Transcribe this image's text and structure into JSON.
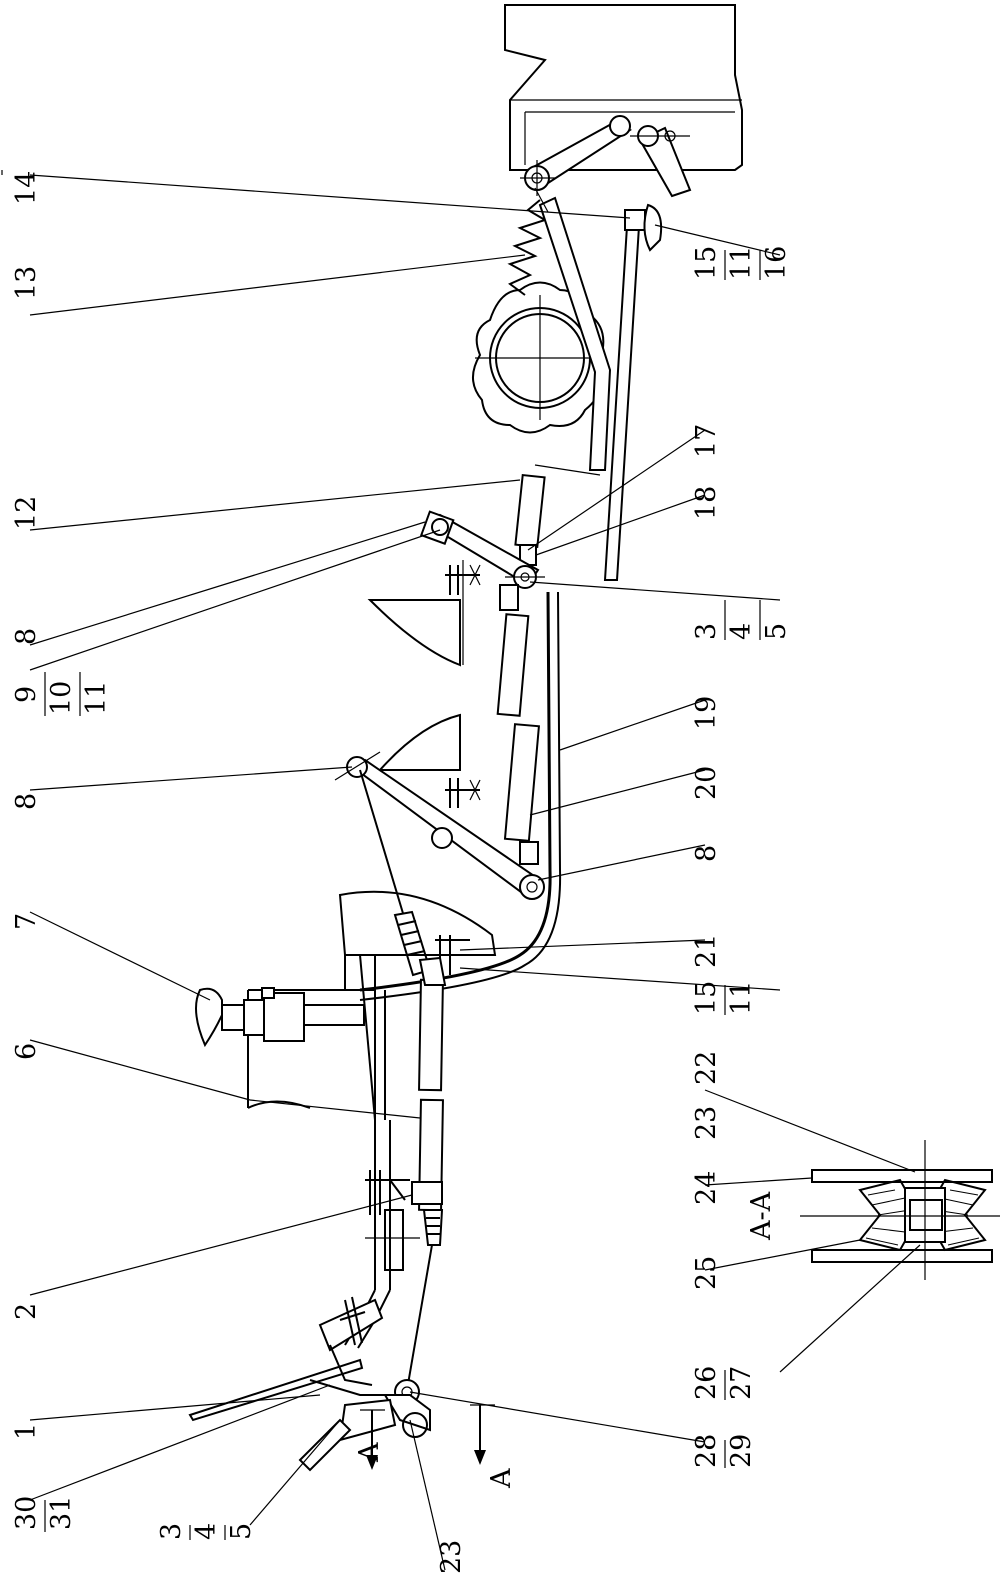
{
  "labels": {
    "l14": "14",
    "l13": "13",
    "l12": "12",
    "l8a": "8",
    "l9": "9",
    "l10a": "10",
    "l11a": "11",
    "l8b": "8",
    "l7": "7",
    "l6": "6",
    "l2": "2",
    "l1": "1",
    "l30": "30",
    "l31": "31",
    "l3a": "3",
    "l4a": "4",
    "l5a": "5",
    "l23a": "23",
    "l15a": "15",
    "l11b": "11",
    "l16": "16",
    "l17": "17",
    "l18": "18",
    "l3b": "3",
    "l4b": "4",
    "l5b": "5",
    "l19": "19",
    "l20": "20",
    "l8c": "8",
    "l21": "21",
    "l15b": "15",
    "l11c": "11",
    "l22": "22",
    "l23b": "23",
    "l24": "24",
    "l25": "25",
    "l26": "26",
    "l27": "27",
    "l28": "28",
    "l29": "29",
    "sectionTitle": "A-A",
    "arrowA1": "A",
    "arrowA2": "A"
  }
}
